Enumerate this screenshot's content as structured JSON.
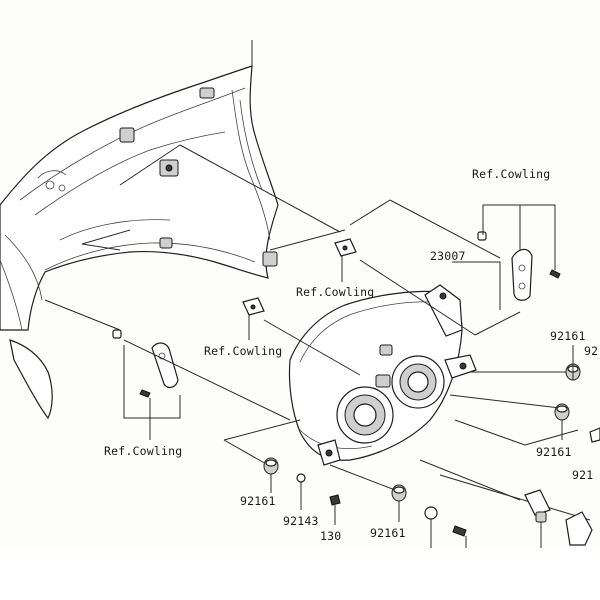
{
  "labels": {
    "ref_cowling_top_right": "Ref.Cowling",
    "ref_cowling_mid": "Ref.Cowling",
    "ref_cowling_left_mid": "Ref.Cowling",
    "ref_cowling_bottom_left": "Ref.Cowling",
    "headlight_part": "23007",
    "cap_right_upper": "92161",
    "cap_right_mid": "92161",
    "cap_right_edge_upper": "92",
    "cap_right_edge_lower": "921",
    "cap_bottom_left": "92161",
    "screw_bottom": "92143",
    "bolt_bottom": "130",
    "cap_bottom_center": "92161"
  }
}
